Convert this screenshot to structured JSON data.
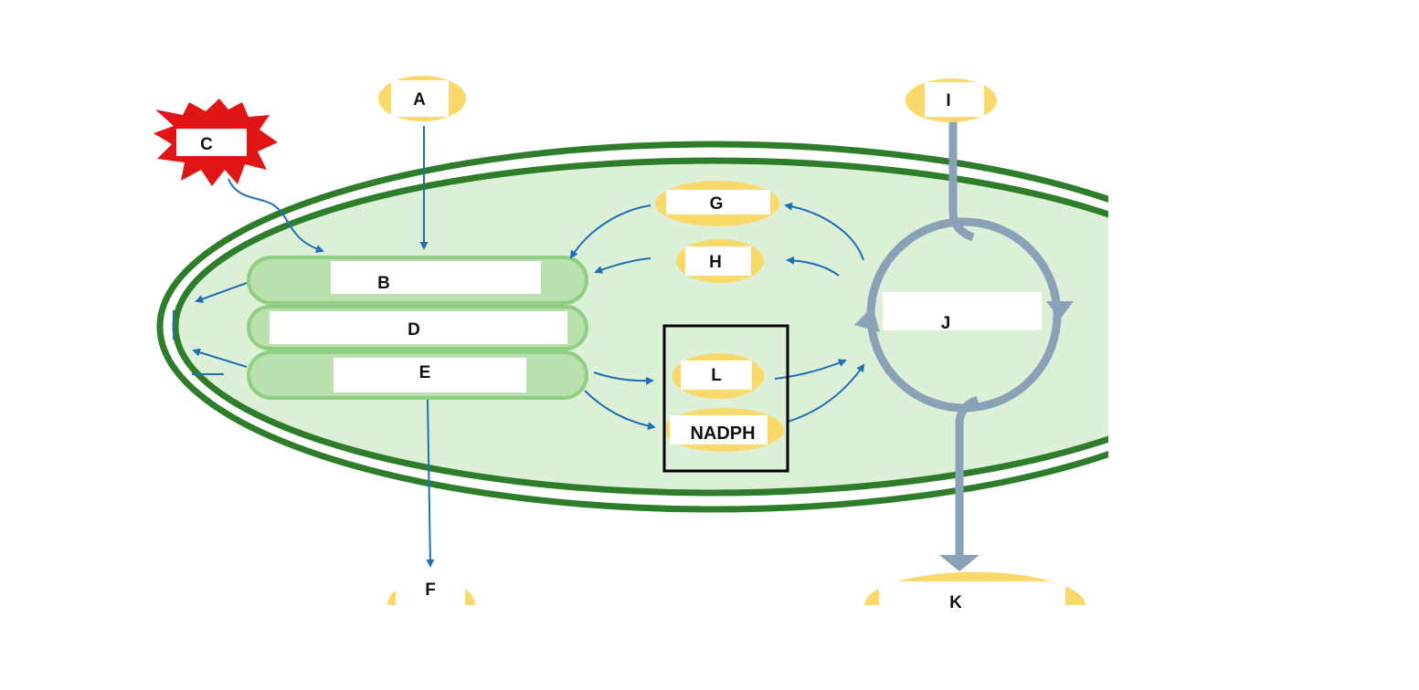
{
  "labels": {
    "a": "A",
    "b": "B",
    "c": "C",
    "d": "D",
    "e": "E",
    "f": "F",
    "g": "G",
    "h": "H",
    "i": "I",
    "j": "J",
    "k": "K",
    "l": "L",
    "nadph": "NADPH"
  },
  "colors": {
    "chloroplast_fill": "#dcefd7",
    "membrane": "#2e7d2b",
    "thylakoid_fill": "#b9e0ad",
    "thylakoid_edge": "#8fcf82",
    "molecule": "#f9d96a",
    "arrow": "#1f6fb5",
    "cycle": "#8aa2b8",
    "sun": "#e01616"
  }
}
